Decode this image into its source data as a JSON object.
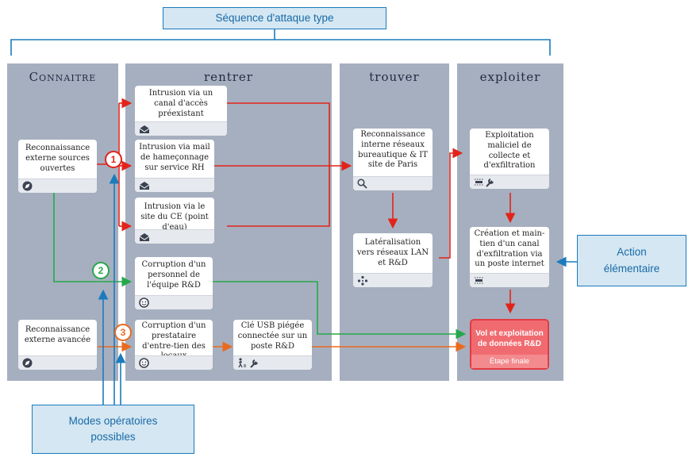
{
  "header": {
    "title": "Séquence d'attaque type"
  },
  "columns": [
    {
      "title": "Connaitre"
    },
    {
      "title": "rentrer"
    },
    {
      "title": "trouver"
    },
    {
      "title": "exploiter"
    }
  ],
  "cards": {
    "reco_ext_sources": {
      "text": "Reconnaissance externe sources ouvertes",
      "icon": "compass-icon"
    },
    "reco_ext_avancee": {
      "text": "Reconnaissance externe avancée",
      "icon": "compass-icon"
    },
    "intrusion_canal": {
      "text": "Intrusion via un canal d'accès préexistant",
      "icon": "envelope-icon"
    },
    "intrusion_mail": {
      "text": "Intrusion via mail de hameçonnage sur service RH",
      "icon": "envelope-icon"
    },
    "intrusion_site": {
      "text": "Intrusion via le site du CE (point d'eau)",
      "icon": "envelope-icon"
    },
    "corruption_personnel": {
      "text": "Corruption d'un personnel de l'équipe R&D",
      "icon": "face-icon"
    },
    "corruption_prestataire": {
      "text": "Corruption d'un prestataire d'entre-tien des locaux",
      "icon": "face-icon"
    },
    "cle_usb": {
      "text": "Clé USB piégée connectée sur un poste R&D",
      "icon": "walker-wrench-icon"
    },
    "reco_interne": {
      "text": "Reconnaissance interne réseaux bureautique & IT site de Paris",
      "icon": "magnifier-icon"
    },
    "lateralisation": {
      "text": "Latéralisation vers réseaux LAN et R&D",
      "icon": "network-icon"
    },
    "exploitation_maliciel": {
      "text": "Exploitation maliciel de collecte et d'exfiltration",
      "icon": "bug-wrench-icon"
    },
    "creation_canal": {
      "text": "Création et main-tien d'un canal d'exfiltration via un poste internet",
      "icon": "bug-icon"
    }
  },
  "final": {
    "title": "Vol et exploitation de données R&D",
    "subtitle": "Étape finale"
  },
  "numbers": [
    {
      "label": "1",
      "color": "#e2231a"
    },
    {
      "label": "2",
      "color": "#26a84a"
    },
    {
      "label": "3",
      "color": "#ea6a1f"
    }
  ],
  "callouts": {
    "action": "Action élémentaire",
    "modes": "Modes opératoires possibles"
  },
  "colors": {
    "column_bg": "#a6afbf",
    "path_1": "#e2231a",
    "path_2": "#26a84a",
    "path_3": "#ea6a1f",
    "callout": "#1a7bbd"
  }
}
